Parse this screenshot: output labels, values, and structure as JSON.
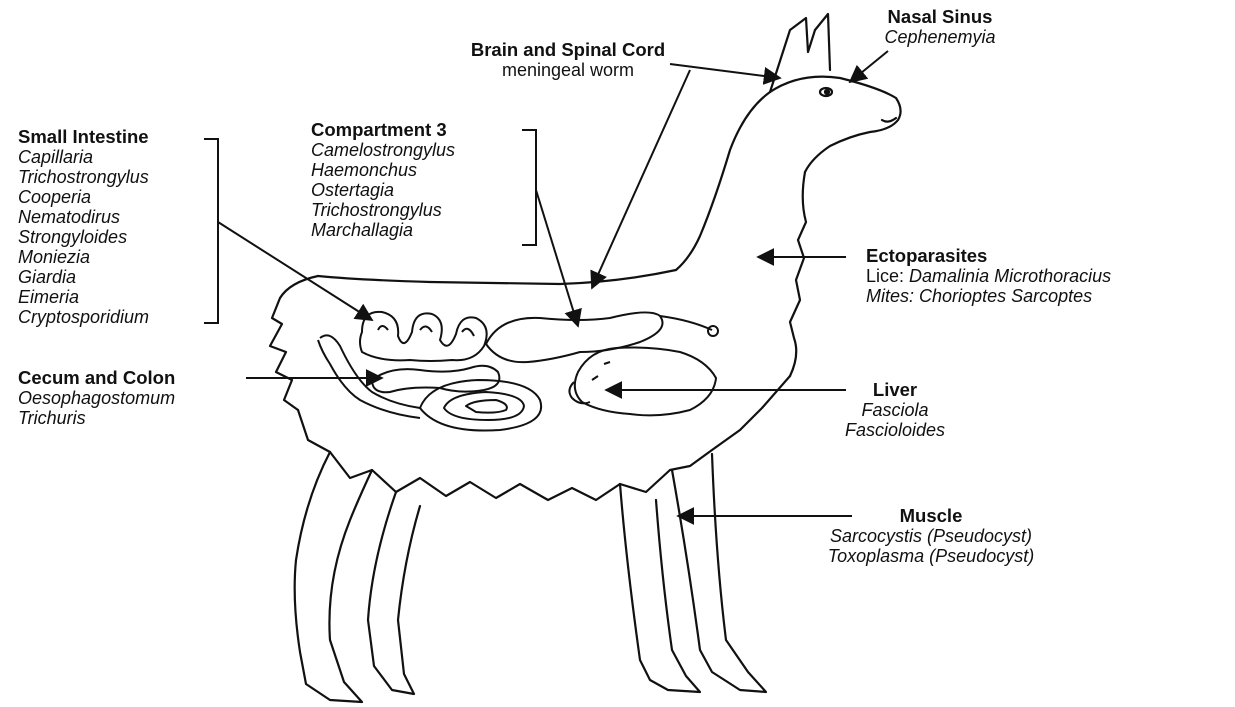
{
  "labels": {
    "nasal": {
      "title": "Nasal Sinus",
      "items": [
        "Cephenemyia"
      ]
    },
    "brain": {
      "title": "Brain and Spinal Cord",
      "subtitle": "meningeal worm"
    },
    "small_intestine": {
      "title": "Small Intestine",
      "items": [
        "Capillaria",
        "Trichostrongylus",
        "Cooperia",
        "Nematodirus",
        "Strongyloides",
        "Moniezia",
        "Giardia",
        "Eimeria",
        "Cryptosporidium"
      ]
    },
    "compartment3": {
      "title": "Compartment 3",
      "items": [
        "Camelostrongylus",
        "Haemonchus",
        "Ostertagia",
        "Trichostrongylus",
        "Marchallagia"
      ]
    },
    "ecto": {
      "title": "Ectoparasites",
      "lice_prefix": "Lice:",
      "lice": "Damalinia Microthoracius",
      "mites_prefix": "Mites:",
      "mites": "Chorioptes Sarcoptes"
    },
    "cecum": {
      "title": "Cecum and Colon",
      "items": [
        "Oesophagostomum",
        "Trichuris"
      ]
    },
    "liver": {
      "title": "Liver",
      "items": [
        "Fasciola",
        "Fascioloides"
      ]
    },
    "muscle": {
      "title": "Muscle",
      "items": [
        "Sarcocystis (Pseudocyst)",
        "Toxoplasma (Pseudocyst)"
      ]
    }
  },
  "colors": {
    "ink": "#111111",
    "background": "#ffffff"
  }
}
